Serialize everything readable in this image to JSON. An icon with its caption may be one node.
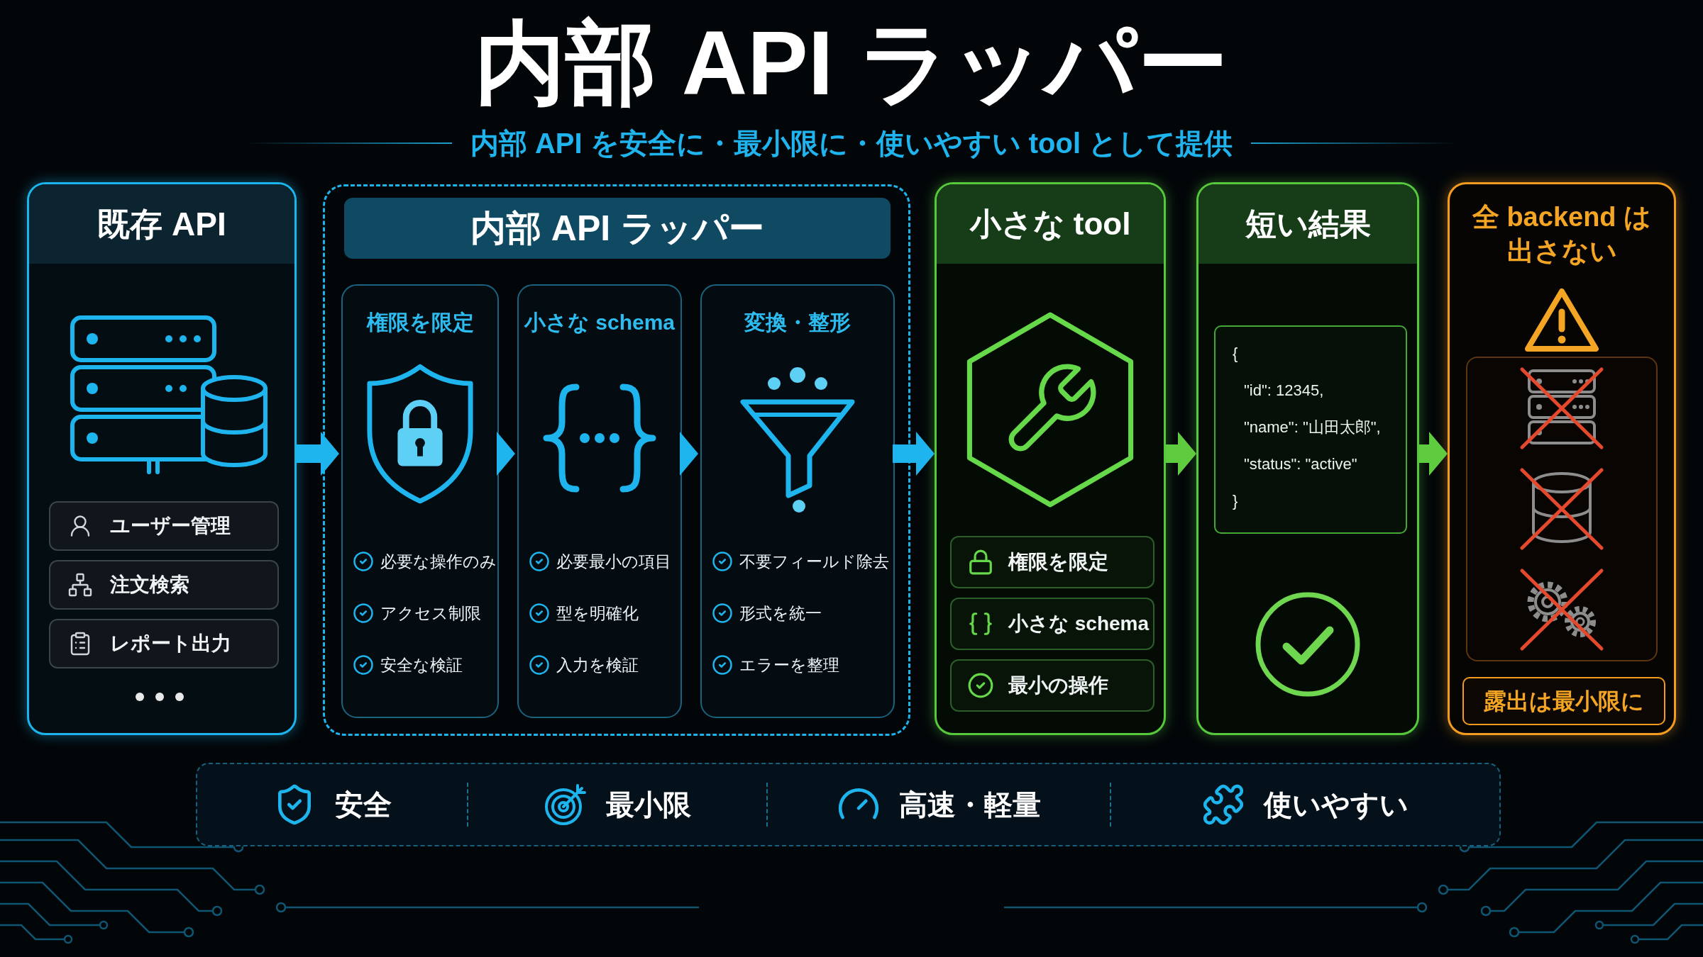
{
  "diagram": {
    "title": "内部 API ラッパー",
    "nodes": [
      {
        "text": [
          "既存 API"
        ]
      },
      {
        "text": [
          "ユーザー管理"
        ],
        "in": 0
      },
      {
        "text": [
          "注文検索"
        ],
        "in": 0
      },
      {
        "text": [
          "レポート出力"
        ],
        "in": 0
      },
      {
        "text": [
          "内部 API ラッパー"
        ]
      },
      {
        "text": [
          "権限を限定",
          "必要な操作のみ",
          "アクセス制限",
          "安全な検証"
        ],
        "in": 4
      },
      {
        "text": [
          "小さな schema",
          "必要最小の項目",
          "型を明確化",
          "入力を検証"
        ],
        "in": 4
      },
      {
        "text": [
          "変換・整形",
          "不要フィールド除去",
          "形式を統一",
          "エラーを整理"
        ],
        "in": 4
      },
      {
        "text": [
          "小さな tool"
        ]
      },
      {
        "text": [
          "権限を限定"
        ],
        "in": 8
      },
      {
        "text": [
          "小さな schema"
        ],
        "in": 8
      },
      {
        "text": [
          "最小の操作"
        ],
        "in": 8
      },
      {
        "text": [
          "短い結果"
        ]
      },
      {
        "text": [
          "{",
          "\"id\": 12345,",
          "\"name\": \"山田太郎\",",
          "\"status\": \"active\"",
          "}"
        ],
        "in": 12
      },
      {
        "text": [
          "全 backend は出さない"
        ]
      },
      {
        "text": [
          "露出は最小限に"
        ],
        "in": 14
      },
      {
        "text": [
          "安全",
          "最小限",
          "高速・軽量",
          "使いやすい"
        ]
      }
    ],
    "edges": [
      {
        "from": 0,
        "to": 5,
        "arrow": "to"
      },
      {
        "from": 5,
        "to": 6,
        "arrow": "to"
      },
      {
        "from": 6,
        "to": 7,
        "arrow": "to"
      },
      {
        "from": 7,
        "to": 8,
        "arrow": "to"
      },
      {
        "from": 8,
        "to": 12,
        "arrow": "to",
        "color": "#5fcb3f"
      },
      {
        "from": 12,
        "to": 14,
        "arrow": "to",
        "color": "#5fcb3f"
      }
    ],
    "labels": [
      "内部 API を安全に・最小限に・使いやすい tool として提供"
    ]
  }
}
